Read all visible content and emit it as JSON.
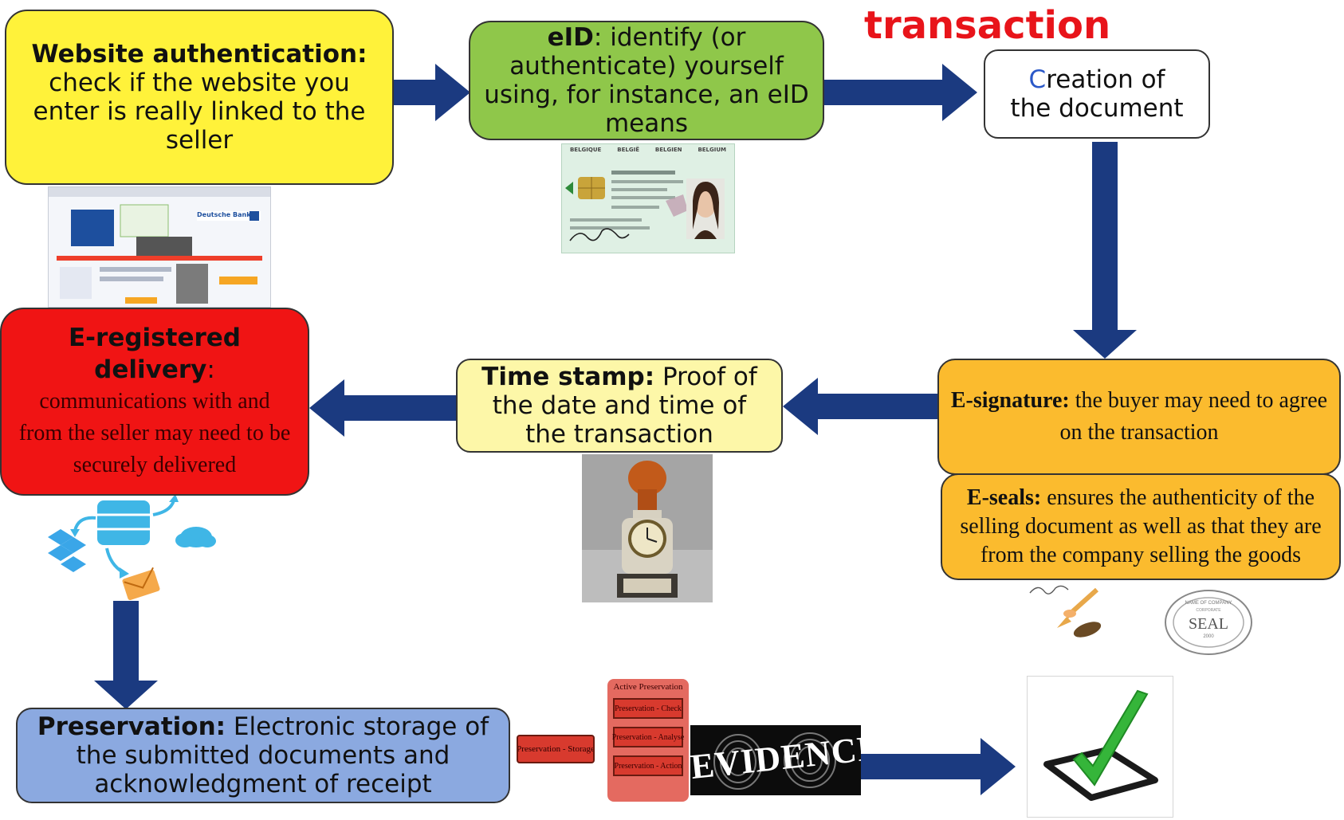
{
  "title": "transaction",
  "steps": {
    "website_auth": {
      "label": "Website authentication:",
      "text": "check if the website you enter is really linked to the seller"
    },
    "eid": {
      "label": "eID",
      "text": ": identify (or authenticate) yourself using, for instance, an eID means"
    },
    "creation": {
      "first_letter": "C",
      "rest": "reation of the document"
    },
    "esignature": {
      "label": "E-signature:",
      "text": " the buyer may need to agree on the transaction"
    },
    "eseals": {
      "label": "E-seals:",
      "text": " ensures the authenticity of the selling document as well as that they are from the company selling the goods"
    },
    "timestamp": {
      "label": "Time stamp:",
      "text": " Proof of the date and time of the transaction"
    },
    "eregistered": {
      "label": "E-registered delivery",
      "colon": ":",
      "text": "communications with and from the seller may need to be securely delivered"
    },
    "preservation": {
      "label": "Preservation:",
      "text": " Electronic storage of the submitted documents and acknowledgment of receipt"
    }
  },
  "images": {
    "eid_card": {
      "header": [
        "BELGIQUE",
        "BELGIË",
        "BELGIEN",
        "BELGIUM"
      ]
    },
    "website": {
      "bank_name": "Deutsche Bank"
    },
    "preservation_chart": {
      "storage": "Preservation - Storage",
      "active": "Active Preservation",
      "check": "Preservation - Check",
      "analyse": "Preservation - Analyse",
      "action": "Preservation - Action"
    },
    "evidence": {
      "text": "EVIDENCE"
    },
    "seal": {
      "top": "NAME OF COMPANY",
      "inner": "CORPORATE",
      "center": "SEAL",
      "year": "2000"
    }
  },
  "colors": {
    "arrow": "#1b3a80",
    "yellow": "#fff23a",
    "green": "#8fc74a",
    "orange": "#fbbb2e",
    "pale_yellow": "#fdf7a8",
    "red": "#f01414",
    "blue": "#8ba9e0",
    "title_red": "#e8141a"
  }
}
